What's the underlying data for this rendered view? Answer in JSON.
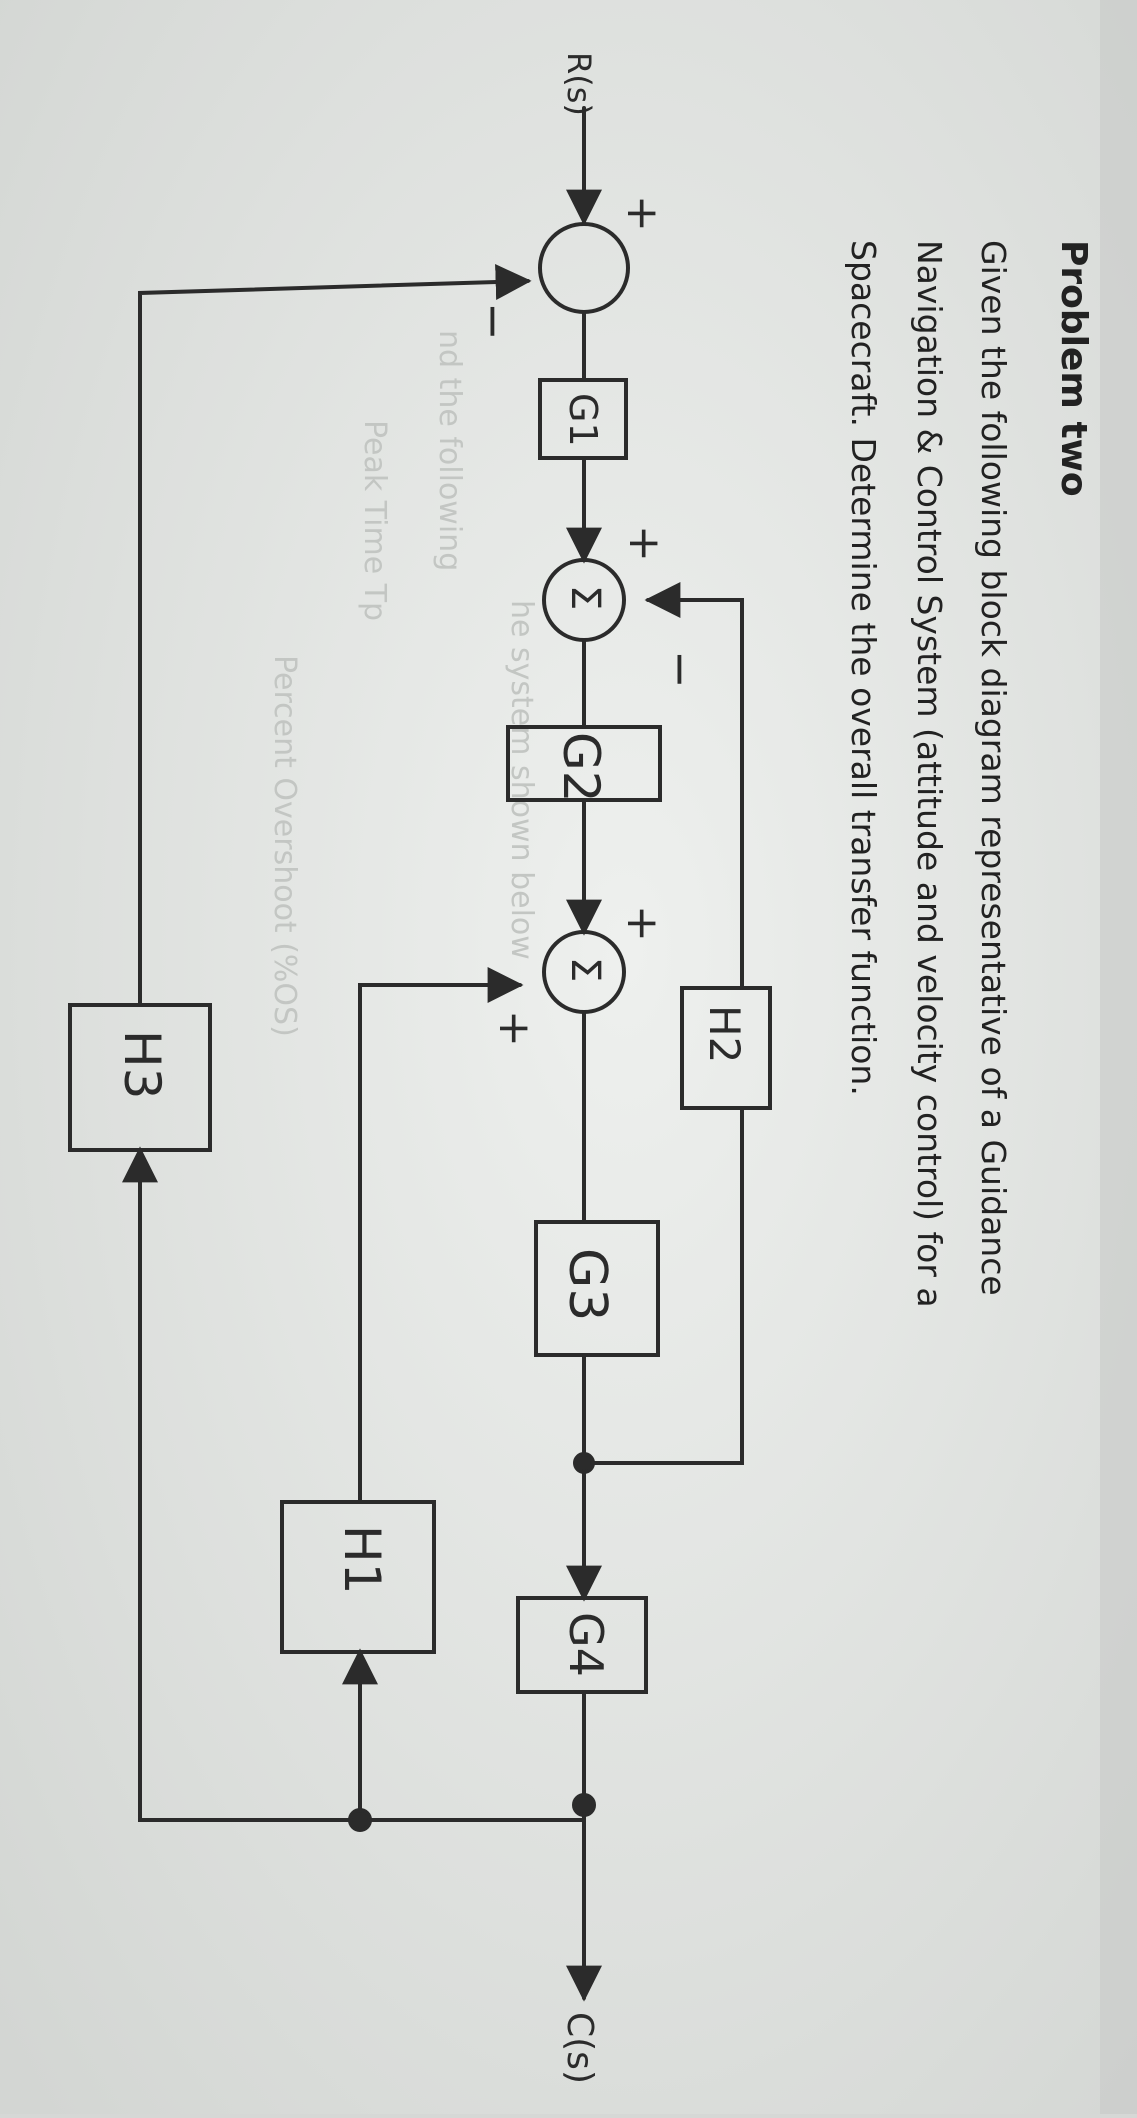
{
  "document": {
    "heading": "Problem two",
    "paragraph": {
      "line1": "Given the following block diagram representative of a Guidance",
      "line2": "Navigation & Control System (attitude and velocity control) for a",
      "line3": "Spacecraft. Determine the overall transfer function."
    },
    "faded_text": {
      "bleed1": "nd the following",
      "bleed2": "he system shown below",
      "bleed3": "Peak Time Tp",
      "bleed4": "Percent Overshoot (%OS)"
    }
  },
  "diagram": {
    "input_label": "R(s)",
    "output_label": "C(s)",
    "blocks": {
      "g1": "G1",
      "g2": "G2",
      "g3": "G3",
      "g4": "G4",
      "h1": "H1",
      "h2": "H2",
      "h3": "H3"
    },
    "summing_junctions": {
      "s1": {
        "symbol": "",
        "sign_input": "+",
        "sign_feedback": "−"
      },
      "s2": {
        "symbol": "Σ",
        "sign_input": "+",
        "sign_feedback": "−"
      },
      "s3": {
        "symbol": "Σ",
        "sign_input": "+",
        "sign_feedback": "+"
      }
    }
  },
  "colors": {
    "paper": "#e9ebe9",
    "ink": "#2b2b2b",
    "print": "#222222",
    "faded": "#c9cbc9"
  }
}
